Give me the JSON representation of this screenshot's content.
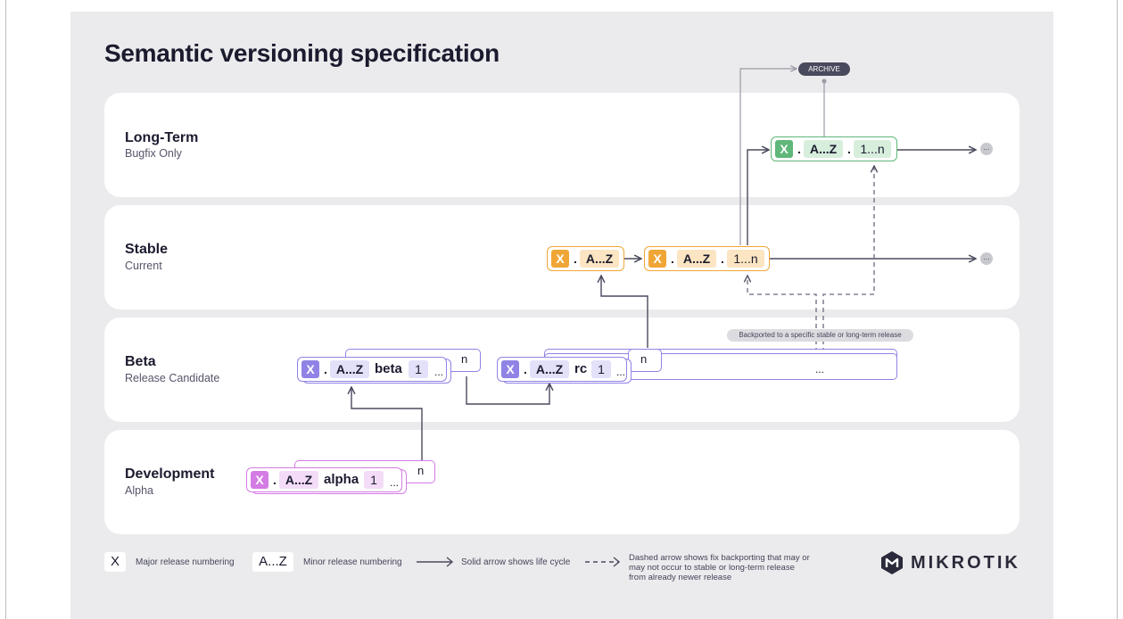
{
  "title": "Semantic versioning specification",
  "bands": [
    {
      "name": "Long-Term",
      "subtitle": "Bugfix Only"
    },
    {
      "name": "Stable",
      "subtitle": "Current"
    },
    {
      "name": "Beta",
      "subtitle": "Release Candidate"
    },
    {
      "name": "Development",
      "subtitle": "Alpha"
    }
  ],
  "tokens": {
    "major": "X",
    "minor": "A...Z",
    "dot": ".",
    "patch": "1...n",
    "alpha": "alpha",
    "beta": "beta",
    "rc": "rc",
    "one": "1",
    "ellipsis": "...",
    "n": "n",
    "end_dots": "..."
  },
  "labels": {
    "archive": "ARCHIVE",
    "backport_note": "Backported to a specific stable or long-term release"
  },
  "legend": {
    "major_key": "X",
    "major_text": "Major release numbering",
    "minor_key": "A...Z",
    "minor_text": "Minor release numbering",
    "solid_text": "Solid arrow shows life cycle",
    "dashed_text_1": "Dashed arrow shows fix backporting that may or",
    "dashed_text_2": "may not occur to stable or long-term release",
    "dashed_text_3": "from already newer release"
  },
  "brand": "MIKROTIK",
  "colors": {
    "long_term": "#5fb77a",
    "stable": "#f0a636",
    "beta": "#8f83e6",
    "alpha": "#d47be4",
    "arrow": "#4a4a5e",
    "archive_pill": "#4a4a5e"
  }
}
